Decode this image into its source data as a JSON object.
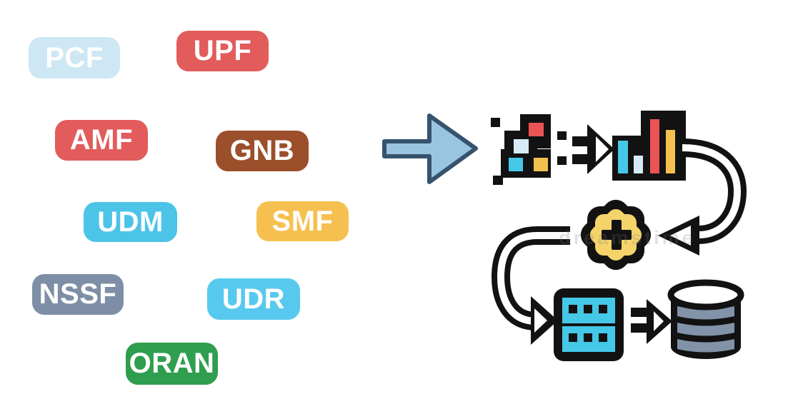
{
  "badges": {
    "items": [
      {
        "label": "PCF",
        "color": "#cde7f5",
        "text_color": "#ffffff"
      },
      {
        "label": "UPF",
        "color": "#e25c5c",
        "text_color": "#ffffff"
      },
      {
        "label": "AMF",
        "color": "#e25c5c",
        "text_color": "#ffffff"
      },
      {
        "label": "GNB",
        "color": "#9c4f2b",
        "text_color": "#ffffff"
      },
      {
        "label": "UDM",
        "color": "#4cc4e8",
        "text_color": "#ffffff"
      },
      {
        "label": "SMF",
        "color": "#f6c050",
        "text_color": "#ffffff"
      },
      {
        "label": "NSSF",
        "color": "#7d8ea6",
        "text_color": "#ffffff"
      },
      {
        "label": "UDR",
        "color": "#58c9ee",
        "text_color": "#ffffff"
      },
      {
        "label": "ORAN",
        "color": "#2f9e4e",
        "text_color": "#ffffff"
      }
    ]
  },
  "theme": {
    "canvas-bg": "#ffffff",
    "outline": "#121212",
    "icon-cyan": "#45c8e8",
    "icon-pale-blue": "#d6ebf6",
    "icon-red": "#ea5455",
    "icon-yellow": "#f2c14e",
    "icon-slate": "#8292a8",
    "gear-yellow": "#f5d36b",
    "flow-arrow-fill": "#9ac5e0",
    "flow-arrow-stroke": "#35536e",
    "watermark-color": "rgba(120,120,120,0.22)"
  },
  "watermark": {
    "text": "dreamstime"
  },
  "icons": {
    "flow-arrow": "right-arrow",
    "raw-data": "pixel-blocks",
    "ingest-arrow": "double-dash-right-arrow",
    "bar-chart": "bar-chart",
    "cycle-right": "curved-arrow-left",
    "gear": "gear-plus",
    "cycle-left": "curved-arrow-right",
    "servers": "server-stack",
    "store-arrow": "double-dash-right-arrow",
    "database": "database-cylinder"
  }
}
